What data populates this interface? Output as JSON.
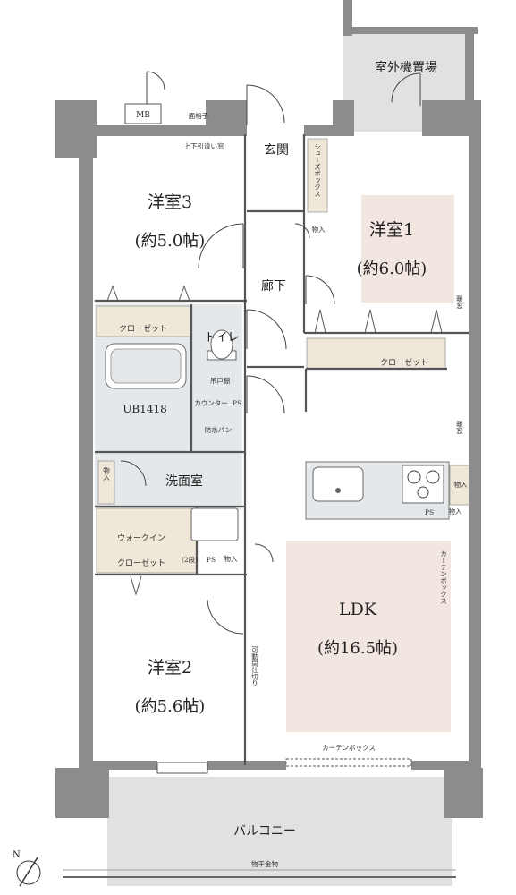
{
  "floorplan": {
    "rooms": {
      "western3": {
        "name": "洋室3",
        "size": "(約5.0帖)"
      },
      "western1": {
        "name": "洋室1",
        "size": "(約6.0帖)"
      },
      "western2": {
        "name": "洋室2",
        "size": "(約5.6帖)"
      },
      "ldk": {
        "name": "LDK",
        "size": "(約16.5帖)"
      },
      "entrance": "玄関",
      "hallway": "廊下",
      "toilet": "トイレ",
      "bath": "UB1418",
      "washroom": "洗面室",
      "balcony": "バルコニー",
      "outdoor_unit": "室外機置場"
    },
    "labels": {
      "mb": "MB",
      "lattice": "面格子",
      "sliding_window": "上下引違い窓",
      "shoe_box": "シューズボックス",
      "storage": "物入",
      "closet": "クローゼット",
      "hanging_shelf": "吊戸棚",
      "counter": "カウンター",
      "ps": "PS",
      "waterproof_pan": "防水パン",
      "walk_in_closet_1": "ウォークイン",
      "walk_in_closet_2": "クローゼット",
      "two_tier": "(2段)",
      "movable_partition": "可動間仕切り",
      "curtain_box": "カーテンボックス",
      "heating_window": "暖窓",
      "laundry_pole": "物干金物"
    },
    "colors": {
      "wall": "#8c8c8c",
      "floor_light": "#ffffff",
      "wet_area": "#e4e8ea",
      "outdoor": "#e3e1df",
      "accent_pink": "#f2e6e1",
      "closet_beige": "#efe7d8"
    },
    "icons": [
      "north-arrow-icon",
      "sink-icon",
      "stove-icon",
      "bathtub-icon",
      "toilet-icon",
      "door-swing-icon"
    ]
  }
}
